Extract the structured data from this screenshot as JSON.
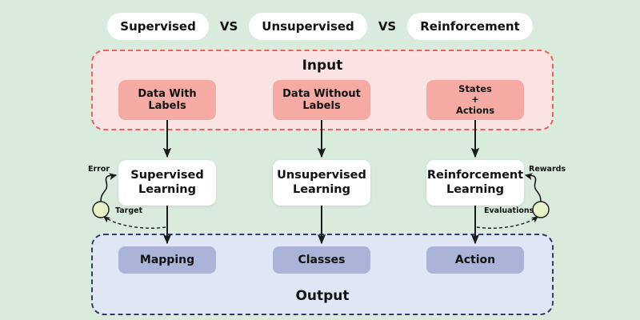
{
  "header": {
    "items": [
      {
        "label": "Supervised",
        "type": "pill"
      },
      {
        "label": "VS",
        "type": "vs"
      },
      {
        "label": "Unsupervised",
        "type": "pill"
      },
      {
        "label": "VS",
        "type": "vs"
      },
      {
        "label": "Reinforcement",
        "type": "pill"
      }
    ]
  },
  "input_panel": {
    "title": "Input",
    "boxes": [
      {
        "line1": "Data With",
        "line2": "Labels"
      },
      {
        "line1": "Data Without",
        "line2": "Labels"
      },
      {
        "line1": "States",
        "line2": "+",
        "line3": "Actions"
      }
    ]
  },
  "middle_row": {
    "boxes": [
      {
        "line1": "Supervised",
        "line2": "Learning"
      },
      {
        "line1": "Unsupervised",
        "line2": "Learning"
      },
      {
        "line1": "Reinforcement",
        "line2": "Learning"
      }
    ]
  },
  "output_panel": {
    "title": "Output",
    "boxes": [
      {
        "label": "Mapping"
      },
      {
        "label": "Classes"
      },
      {
        "label": "Action"
      }
    ]
  },
  "feedback": {
    "left": {
      "in_label": "Error",
      "out_label": "Target"
    },
    "right": {
      "in_label": "Rewards",
      "out_label": "Evaluations"
    }
  },
  "colors": {
    "background": "#d9ebdc",
    "input_panel_fill": "#fbe3e4",
    "input_panel_border": "#e2665a",
    "input_box": "#f5aaa4",
    "output_panel_fill": "#dfe7f5",
    "output_panel_border": "#2b3e6b",
    "output_box": "#aab4d8",
    "middle_box": "#ffffff",
    "loop_circle": "#e8f0c8",
    "arrow": "#1a1a1a",
    "text": "#121212"
  }
}
